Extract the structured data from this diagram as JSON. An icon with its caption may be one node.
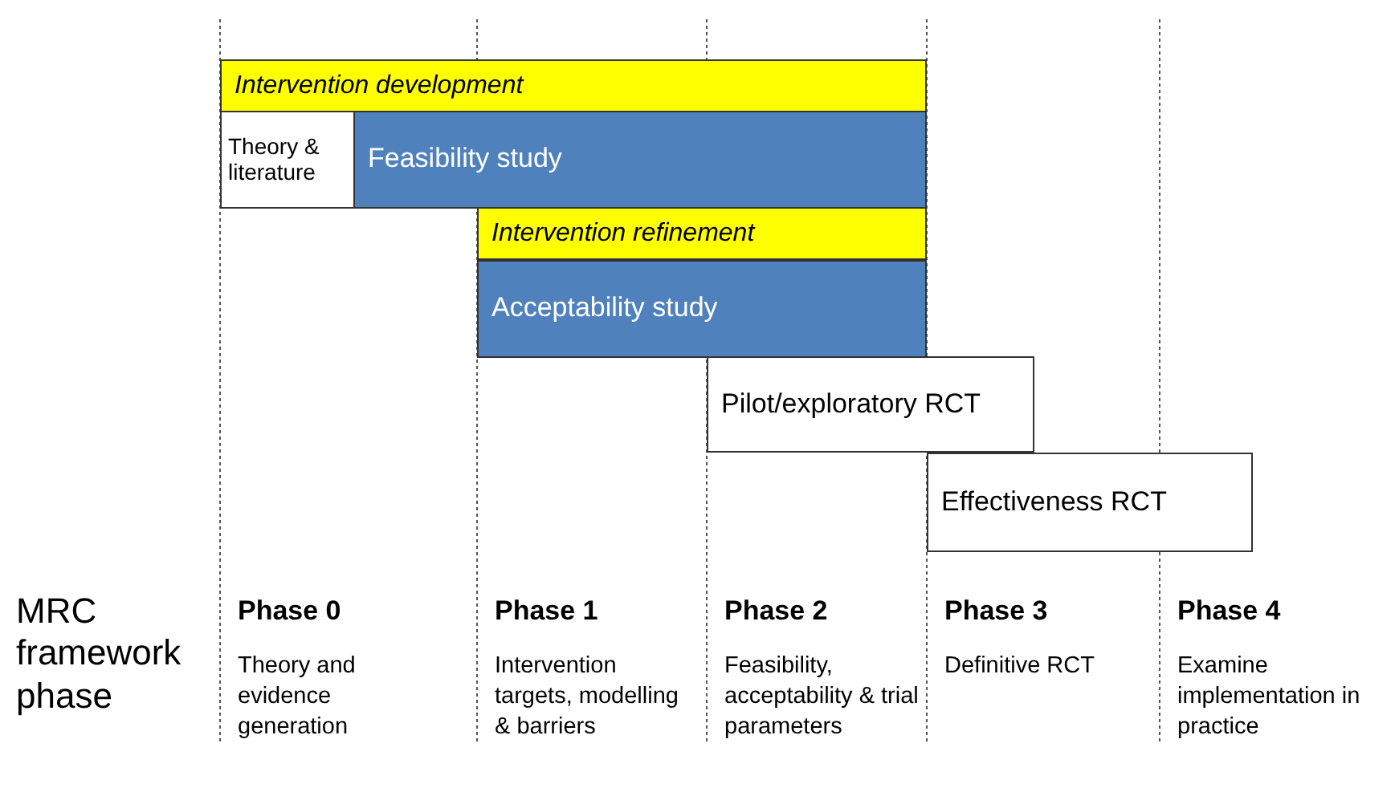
{
  "diagram": {
    "nodes": [
      {
        "text": [
          "Intervention development"
        ]
      },
      {
        "text": [
          "Theory & literature"
        ]
      },
      {
        "text": [
          "Feasibility study"
        ]
      },
      {
        "text": [
          "Intervention refinement"
        ]
      },
      {
        "text": [
          "Acceptability study"
        ]
      },
      {
        "text": [
          "Pilot/exploratory RCT"
        ]
      },
      {
        "text": [
          "Effectiveness RCT"
        ]
      }
    ],
    "labels": [
      "MRC framework phase",
      "Phase 0",
      "Theory and evidence generation",
      "Phase 1",
      "Intervention targets, modelling & barriers",
      "Phase 2",
      "Feasibility, acceptability & trial parameters",
      "Phase 3",
      "Definitive RCT",
      "Phase 4",
      "Examine implementation in practice"
    ]
  }
}
